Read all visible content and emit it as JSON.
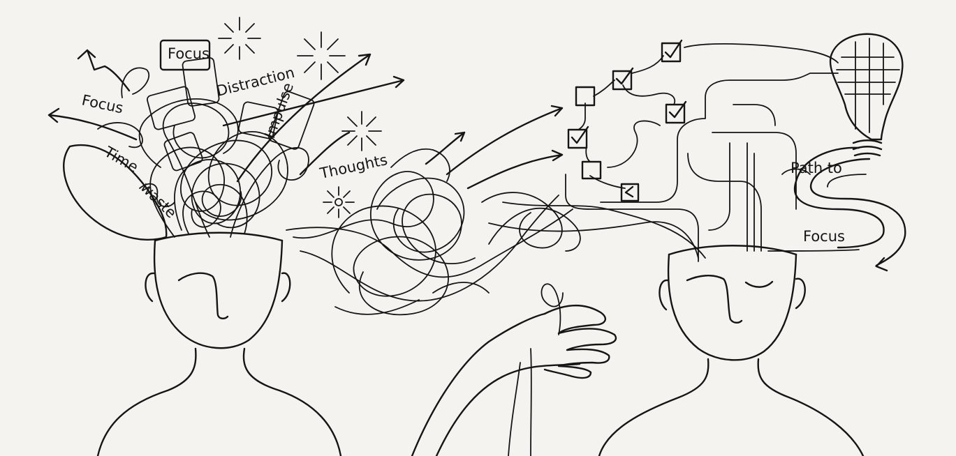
{
  "labels": {
    "focus_box": "Focus",
    "focus_left": "Focus",
    "distraction": "Distraction",
    "impulse": "Impulse",
    "time": "Time",
    "waste": "waste",
    "thoughts": "Thoughts",
    "path_to": "Path to",
    "focus_right": "Focus"
  }
}
